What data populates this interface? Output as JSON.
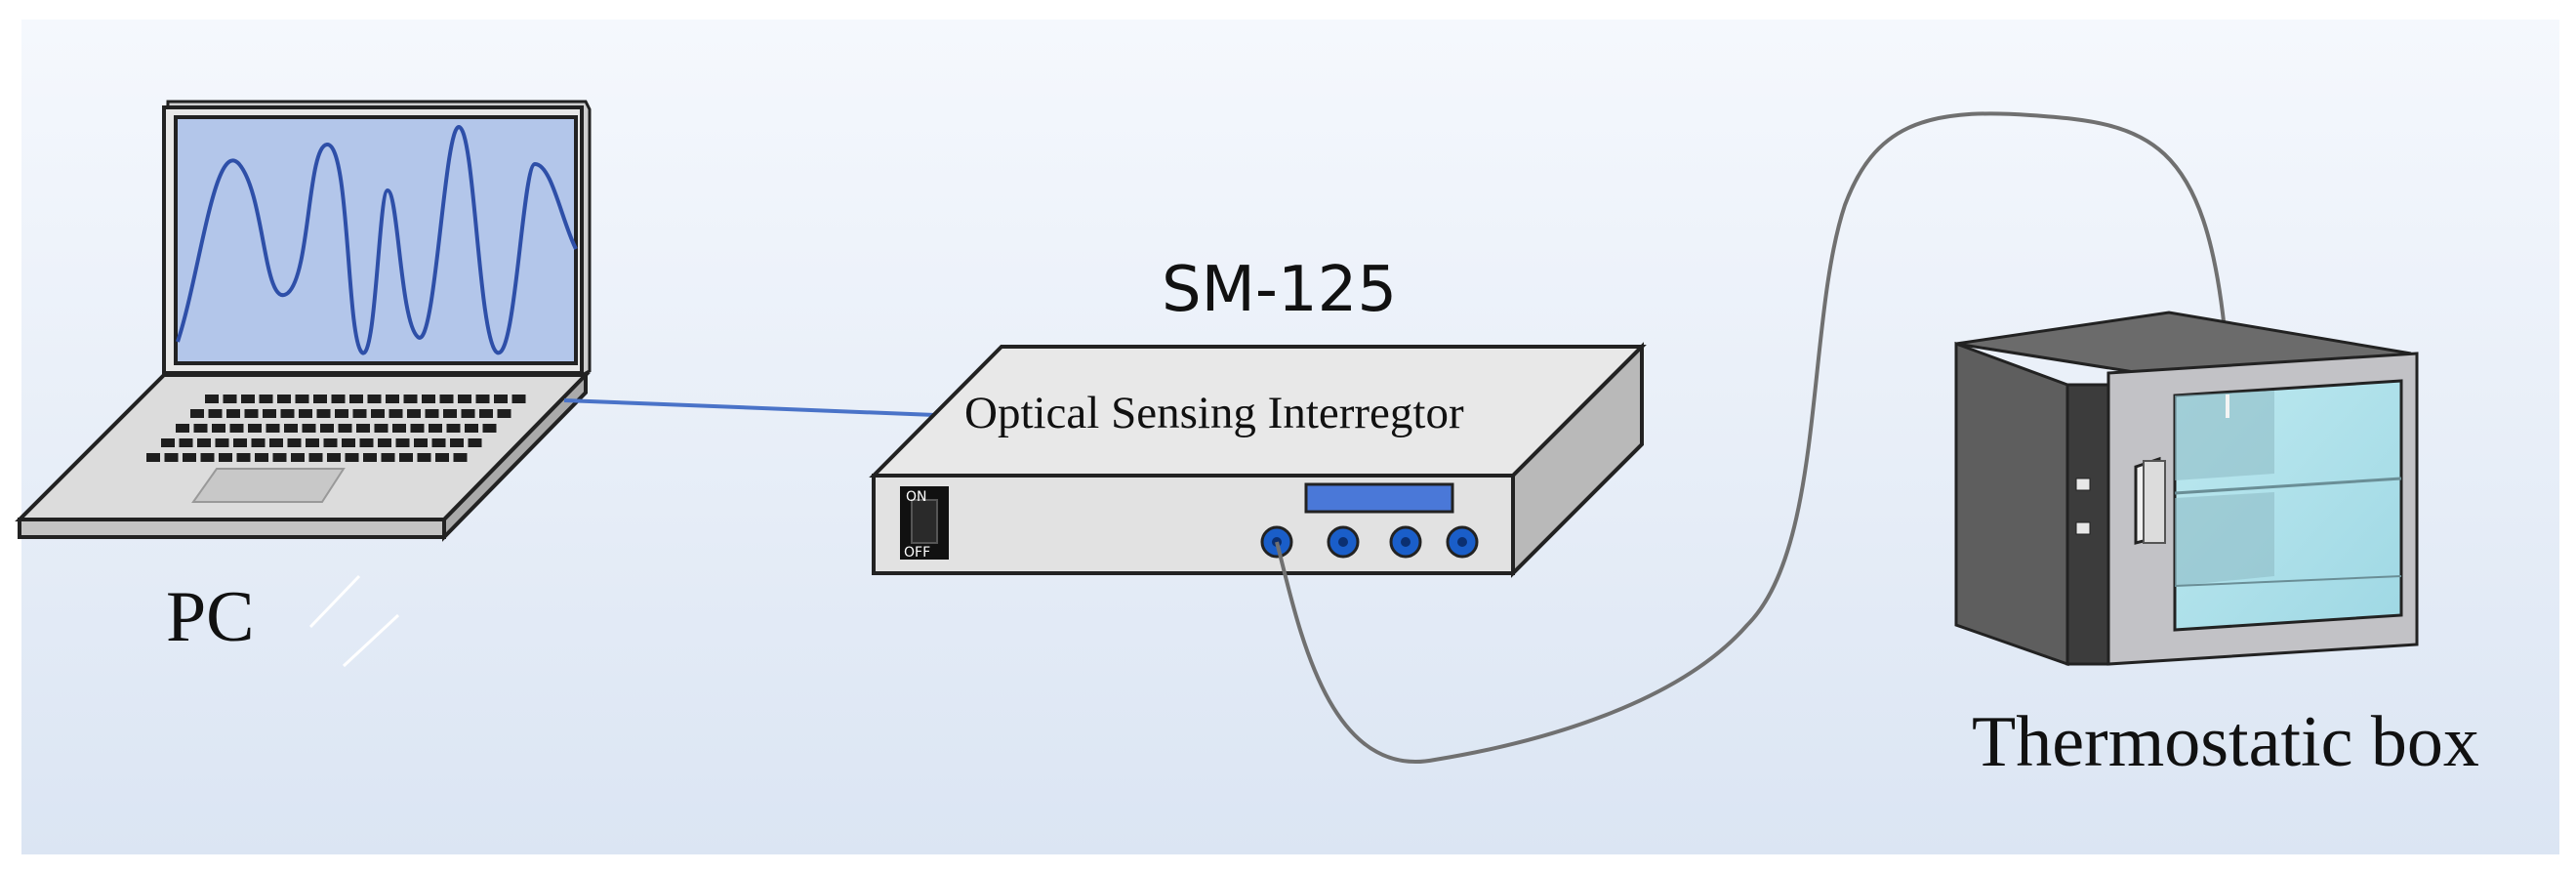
{
  "labels": {
    "pc": "PC",
    "device_model": "SM-125",
    "device_face": "Optical Sensing Interregtor",
    "switch_on": "ON",
    "switch_off": "OFF",
    "chamber": "Thermostatic box"
  },
  "colors": {
    "background_top": "#f4f7fc",
    "background_bottom": "#dde6f4",
    "screen": "#b3c6ea",
    "waveform": "#2e4fa8",
    "ethernet_cable": "#4a73c8",
    "fiber_cable": "#707070",
    "port": "#1a5ec9",
    "device_display": "#4a78d8",
    "box_body": "#5e5e5e",
    "box_window": "#a8dde8"
  }
}
